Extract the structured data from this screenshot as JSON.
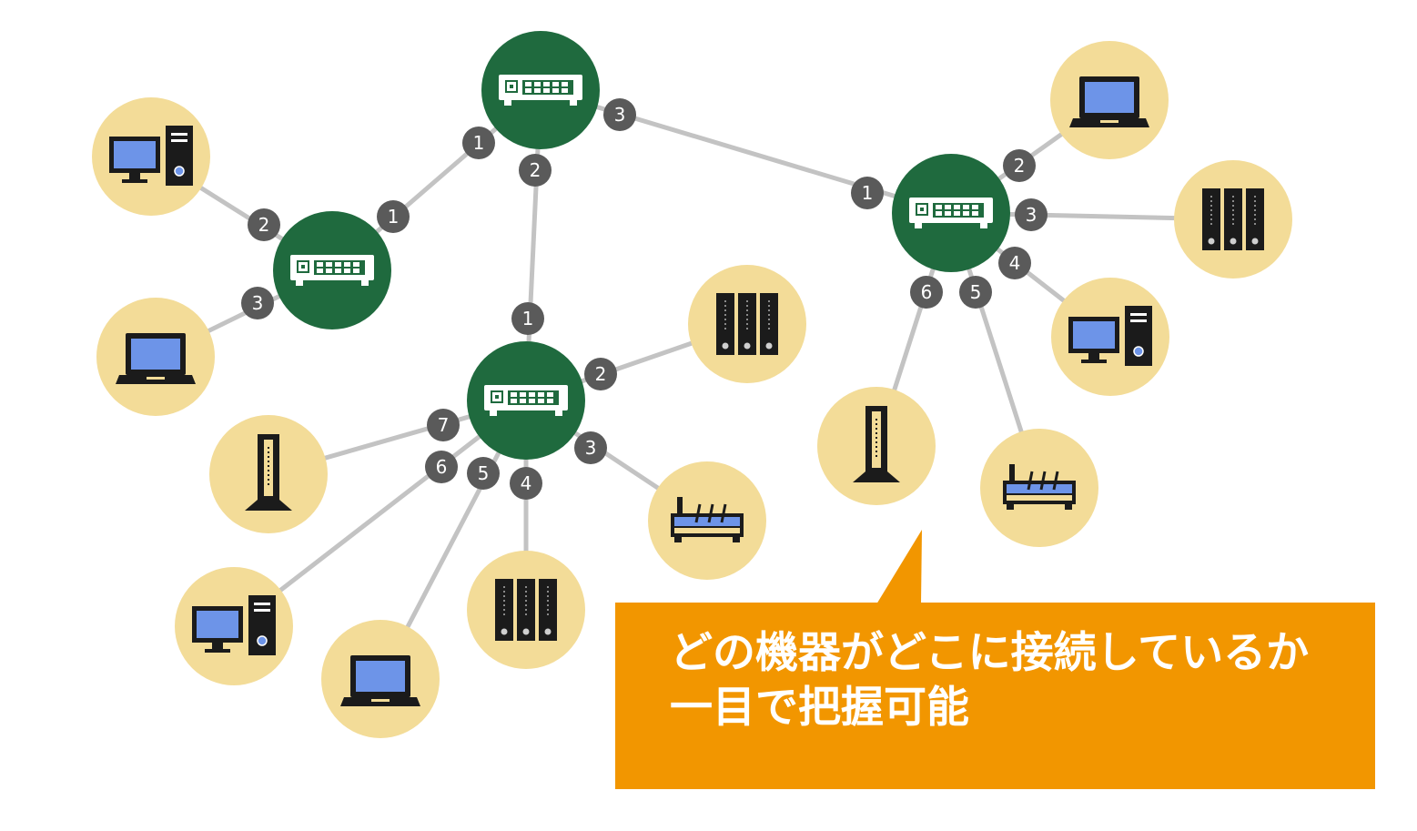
{
  "callout": {
    "line1": "どの機器がどこに接続しているか",
    "line2": "一目で把握可能",
    "color": "#f29600"
  },
  "colors": {
    "switch": "#1f6a3e",
    "device": "#f3dc98",
    "edge": "#c3c3c3",
    "port": "#5a5a5a",
    "screen": "#6d94e8"
  },
  "nodes": {
    "sw_top": "network-switch-icon",
    "sw_left": "network-switch-icon",
    "sw_center": "network-switch-icon",
    "sw_right": "network-switch-icon",
    "pc_a": "desktop-pc-icon",
    "laptop_a": "laptop-icon",
    "ap_a": "access-point-icon",
    "pc_b": "desktop-pc-icon",
    "laptop_b": "laptop-icon",
    "nas_a": "nas-server-icon",
    "router_a": "router-icon",
    "nas_b": "nas-server-icon",
    "laptop_c": "laptop-icon",
    "nas_c": "nas-server-icon",
    "pc_c": "desktop-pc-icon",
    "ap_b": "access-point-icon",
    "router_b": "router-icon"
  },
  "edges": [
    {
      "from": "sw_top",
      "to": "sw_left",
      "port_from": "1",
      "port_to": "1"
    },
    {
      "from": "sw_top",
      "to": "sw_center",
      "port_from": "2",
      "port_to": "1"
    },
    {
      "from": "sw_top",
      "to": "sw_right",
      "port_from": "3",
      "port_to": "1"
    },
    {
      "from": "sw_left",
      "to": "pc_a",
      "port_from": "2"
    },
    {
      "from": "sw_left",
      "to": "laptop_a",
      "port_from": "3"
    },
    {
      "from": "sw_center",
      "to": "nas_b",
      "port_from": "2"
    },
    {
      "from": "sw_center",
      "to": "router_a",
      "port_from": "3"
    },
    {
      "from": "sw_center",
      "to": "nas_a",
      "port_from": "4"
    },
    {
      "from": "sw_center",
      "to": "laptop_b",
      "port_from": "5"
    },
    {
      "from": "sw_center",
      "to": "pc_b",
      "port_from": "6"
    },
    {
      "from": "sw_center",
      "to": "ap_a",
      "port_from": "7"
    },
    {
      "from": "sw_right",
      "to": "laptop_c",
      "port_from": "2"
    },
    {
      "from": "sw_right",
      "to": "nas_c",
      "port_from": "3"
    },
    {
      "from": "sw_right",
      "to": "pc_c",
      "port_from": "4"
    },
    {
      "from": "sw_right",
      "to": "router_b",
      "port_from": "5"
    },
    {
      "from": "sw_right",
      "to": "ap_b",
      "port_from": "6"
    }
  ]
}
